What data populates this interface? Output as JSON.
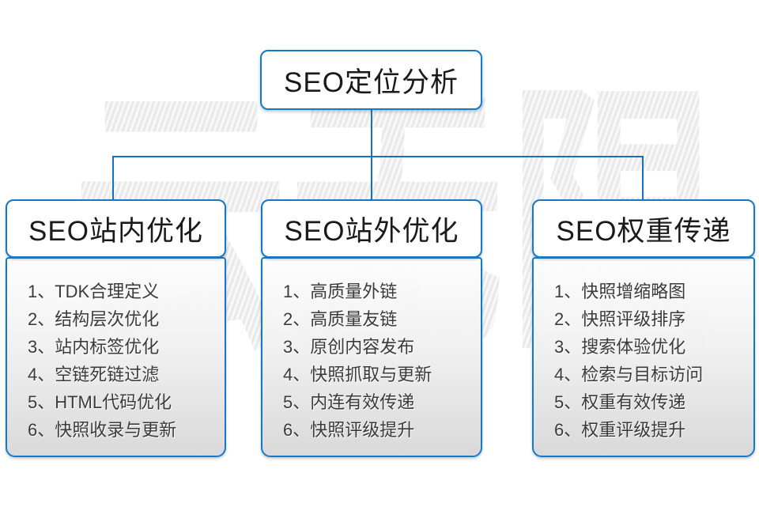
{
  "diagram": {
    "watermark": "云无限",
    "accent_color": "#1778c8",
    "root": {
      "title": "SEO定位分析"
    },
    "columns": [
      {
        "title": "SEO站内优化",
        "items": [
          "1、TDK合理定义",
          "2、结构层次优化",
          "3、站内标签优化",
          "4、空链死链过滤",
          "5、HTML代码优化",
          "6、快照收录与更新"
        ]
      },
      {
        "title": "SEO站外优化",
        "items": [
          "1、高质量外链",
          "2、高质量友链",
          "3、原创内容发布",
          "4、快照抓取与更新",
          "5、内连有效传递",
          "6、快照评级提升"
        ]
      },
      {
        "title": "SEO权重传递",
        "items": [
          "1、快照增缩略图",
          "2、快照评级排序",
          "3、搜索体验优化",
          "4、检索与目标访问",
          "5、权重有效传递",
          "6、权重评级提升"
        ]
      }
    ]
  }
}
